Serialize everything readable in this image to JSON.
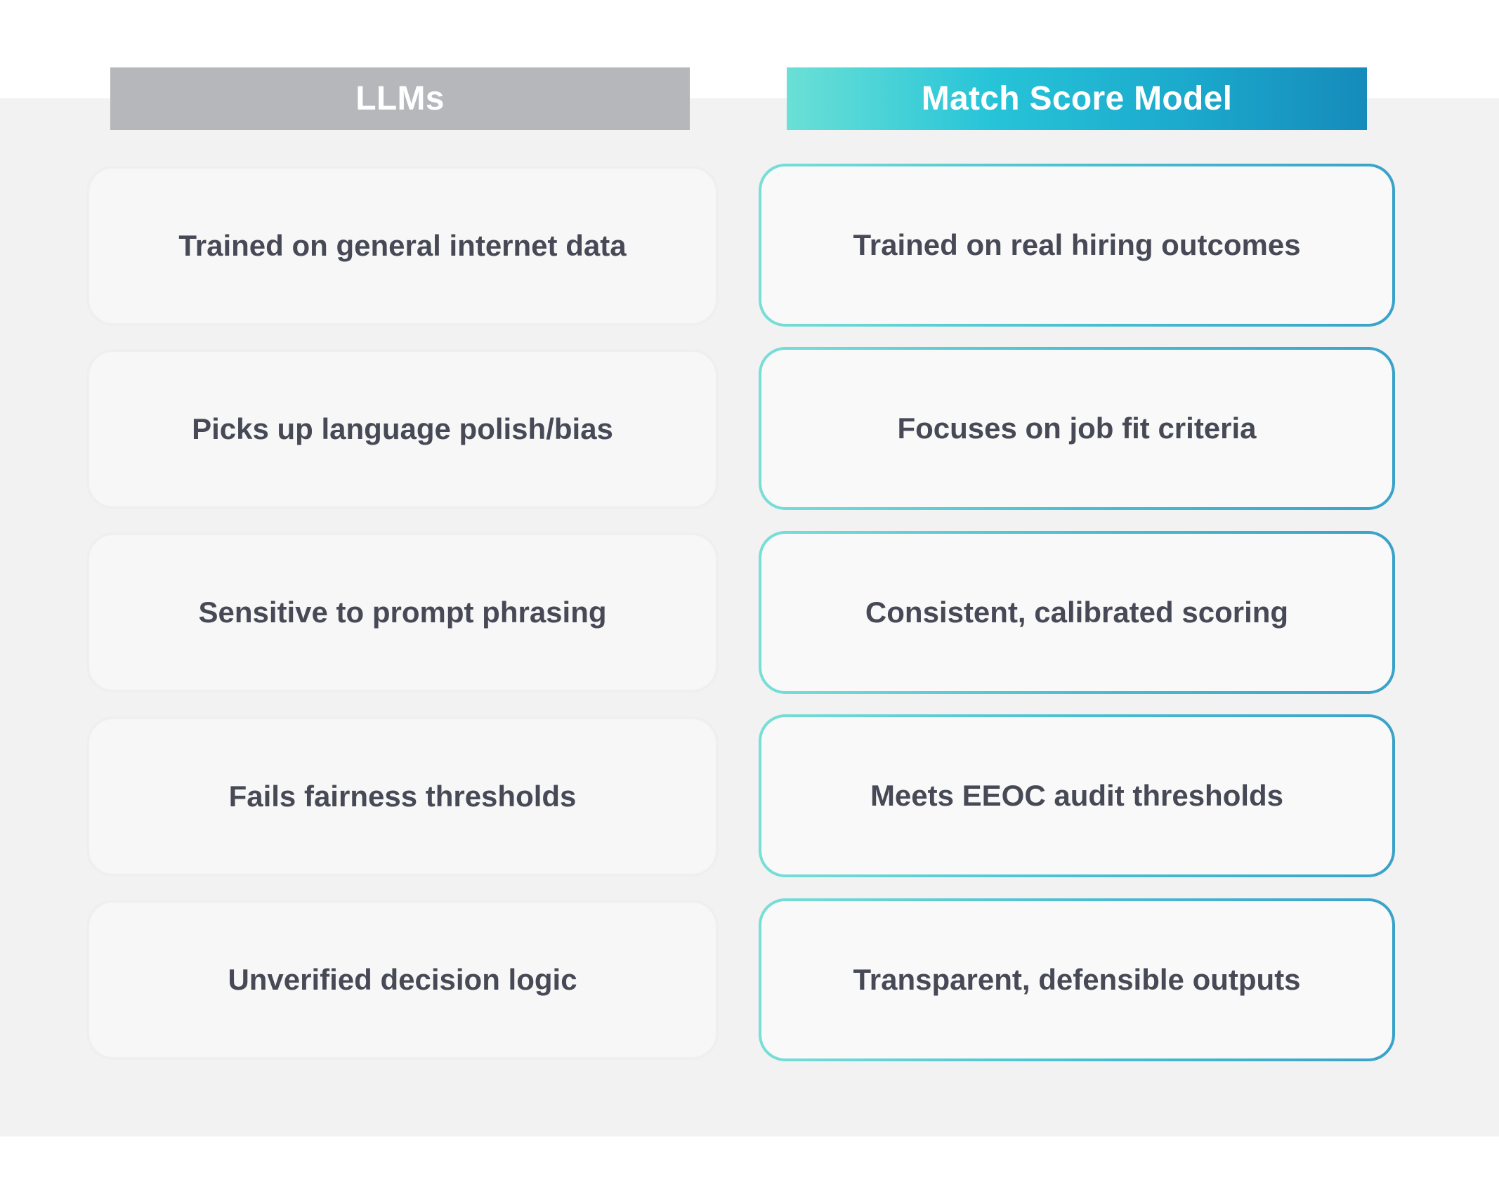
{
  "columns": {
    "left": {
      "title": "LLMs",
      "items": [
        "Trained on general internet data",
        "Picks up language polish/bias",
        "Sensitive to prompt phrasing",
        "Fails fairness thresholds",
        "Unverified decision logic"
      ]
    },
    "right": {
      "title": "Match Score Model",
      "items": [
        "Trained on real hiring outcomes",
        "Focuses on job fit criteria",
        "Consistent, calibrated scoring",
        "Meets EEOC audit thresholds",
        "Transparent, defensible outputs"
      ]
    }
  },
  "colors": {
    "left_header": "#b6b7bb",
    "right_header_start": "#6ae0d6",
    "right_header_end": "#168bbb",
    "card_text": "#474a56",
    "right_card_border": "#49c0d2"
  }
}
